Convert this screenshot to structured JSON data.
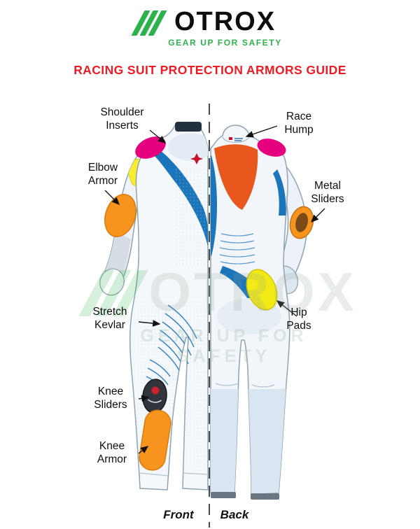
{
  "logo": {
    "name": "OTROX",
    "tagline": "GEAR UP FOR SAFETY"
  },
  "title": "RACING SUIT PROTECTION ARMORS GUIDE",
  "callouts": [
    {
      "id": "shoulder-inserts",
      "text": "Shoulder\nInserts"
    },
    {
      "id": "race-hump",
      "text": "Race\nHump"
    },
    {
      "id": "elbow-armor",
      "text": "Elbow\nArmor"
    },
    {
      "id": "metal-sliders",
      "text": "Metal\nSliders"
    },
    {
      "id": "stretch-kevlar",
      "text": "Stretch\nKevlar"
    },
    {
      "id": "hip-pads",
      "text": "Hip\nPads"
    },
    {
      "id": "knee-sliders",
      "text": "Knee\nSliders"
    },
    {
      "id": "knee-armor",
      "text": "Knee\nArmor"
    }
  ],
  "views": {
    "front": "Front",
    "back": "Back"
  },
  "watermark": {
    "name": "OTROX",
    "tagline": "GEAR UP FOR SAFETY"
  },
  "colors": {
    "brand_green": "#2BB24C",
    "title_red": "#ED1C24",
    "armor_orange": "#F7941D",
    "back_panel_orange": "#E8571E",
    "shoulder_magenta": "#E5007E",
    "hip_pad_yellow": "#F2EA15",
    "panel_blue": "#1B75BB",
    "suit_light": "#F2F6FA"
  }
}
